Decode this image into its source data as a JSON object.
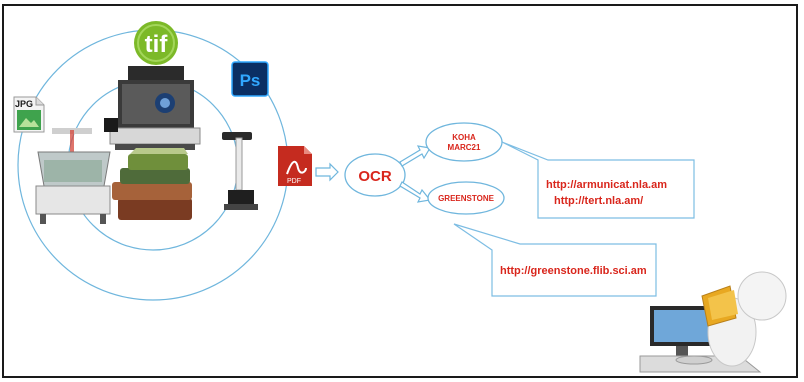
{
  "formats": {
    "tif": "tif",
    "ps": "Ps",
    "jpg": "JPG",
    "pdf": "PDF"
  },
  "process": {
    "ocr": "OCR"
  },
  "targets": {
    "koha_line1": "KOHA",
    "koha_line2": "MARC21",
    "greenstone": "GREENSTONE"
  },
  "links": {
    "armunicat": "http://armunicat.nla.am",
    "tert": "http://tert.nla.am/",
    "greenstone": "http://greenstone.flib.sci.am"
  },
  "colors": {
    "accent": "#d9261c",
    "circle": "#6fb6dd",
    "tif_green": "#7cb928",
    "ps_blue": "#0b2f63",
    "ps_text": "#31a8ff",
    "callout_border": "#7dbde3"
  }
}
